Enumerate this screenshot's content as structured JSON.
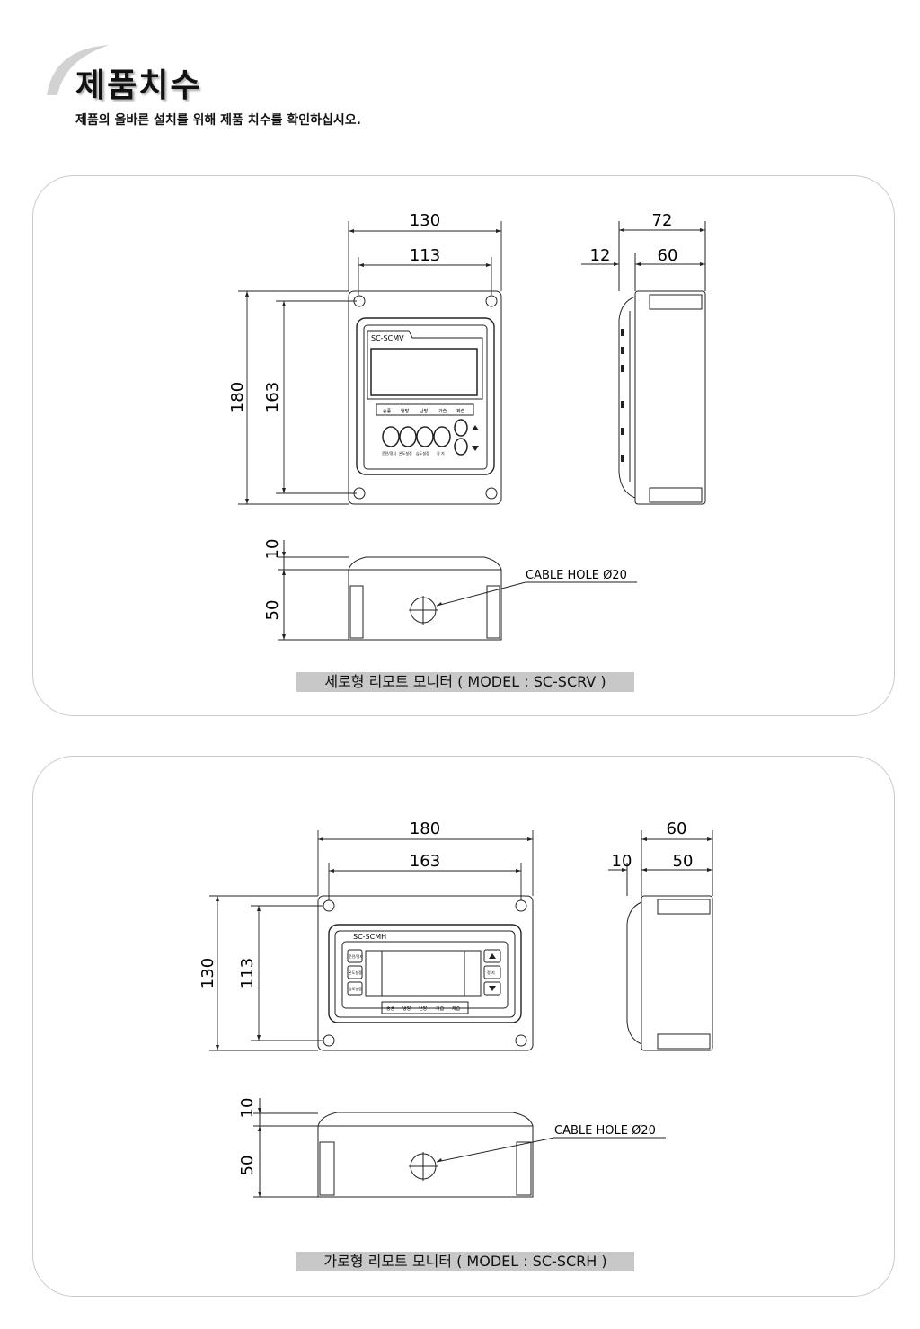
{
  "header": {
    "title": "제품치수",
    "subtitle": "제품의 올바른 설치를 위해 제품 치수를 확인하십시오."
  },
  "vertical": {
    "caption": "세로형 리모트 모니터 ( MODEL : SC-SCRV )",
    "model_label": "SC-SCMV",
    "dims": {
      "width": "130",
      "inner_width": "113",
      "height": "180",
      "inner_height": "163",
      "depth_total": "72",
      "depth_front": "12",
      "depth_body": "60",
      "bottom_top": "10",
      "bottom_body": "50"
    },
    "cable_hole": "CABLE HOLE  Ø20",
    "mode_labels": [
      "송풍",
      "냉방",
      "난방",
      "가습",
      "제습"
    ],
    "button_labels": [
      "운전/정지",
      "온도설정",
      "습도설정",
      "정 지"
    ]
  },
  "horizontal": {
    "caption": "가로형 리모트 모니터 ( MODEL : SC-SCRH )",
    "model_label": "SC-SCMH",
    "dims": {
      "width": "180",
      "inner_width": "163",
      "height": "130",
      "inner_height": "113",
      "depth_total": "60",
      "depth_front": "10",
      "depth_body": "50",
      "bottom_top": "10",
      "bottom_body": "50"
    },
    "cable_hole": "CABLE HOLE  Ø20",
    "mode_labels": [
      "송풍",
      "냉방",
      "난방",
      "가습",
      "제습"
    ],
    "left_button_labels": [
      "운전/정지",
      "온도설정",
      "습도설정"
    ],
    "right_button_label": "정 지"
  },
  "colors": {
    "panel_border": "#c9c9c9",
    "caption_bg": "#c8c8c8",
    "line": "#222222"
  }
}
